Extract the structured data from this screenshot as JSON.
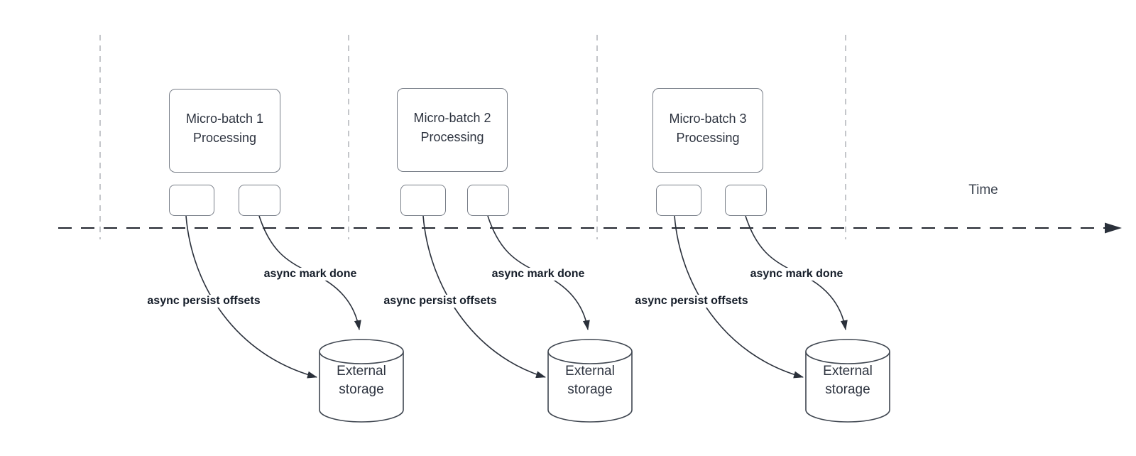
{
  "diagram": {
    "time_axis_label": "Time",
    "colors": {
      "curve_stroke": "#2b313c",
      "timeline_stroke": "#22262e",
      "gridline_stroke": "#b0b3b8",
      "box_border": "#787e88",
      "box_text": "#2e3440",
      "arrow_label_text": "#151d29"
    },
    "batches": [
      {
        "title_line1": "Micro-batch 1",
        "title_line2": "Processing",
        "persist_label": "async persist offsets",
        "mark_label": "async mark done",
        "storage_line1": "External",
        "storage_line2": "storage"
      },
      {
        "title_line1": "Micro-batch 2",
        "title_line2": "Processing",
        "persist_label": "async persist offsets",
        "mark_label": "async mark done",
        "storage_line1": "External",
        "storage_line2": "storage"
      },
      {
        "title_line1": "Micro-batch 3",
        "title_line2": "Processing",
        "persist_label": "async persist offsets",
        "mark_label": "async mark done",
        "storage_line1": "External",
        "storage_line2": "storage"
      }
    ]
  }
}
